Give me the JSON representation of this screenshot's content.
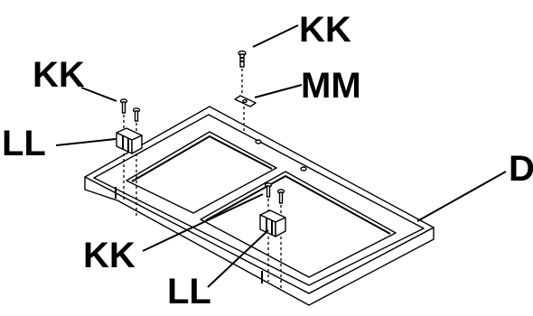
{
  "labels": {
    "kk_top": "KK",
    "kk_left": "KK",
    "kk_bottom": "KK",
    "mm": "MM",
    "ll_left": "LL",
    "ll_bottom": "LL",
    "d": "D"
  }
}
